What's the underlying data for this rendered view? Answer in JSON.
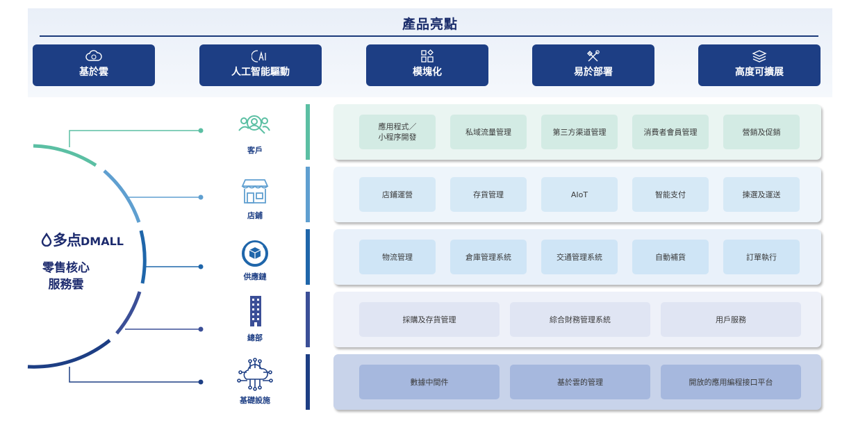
{
  "header": {
    "title": "產品亮點"
  },
  "highlights": [
    {
      "label": "基於雲",
      "icon": "cloud-icon"
    },
    {
      "label": "人工智能驅動",
      "icon": "ai-icon"
    },
    {
      "label": "模塊化",
      "icon": "modules-icon"
    },
    {
      "label": "易於部署",
      "icon": "tools-icon"
    },
    {
      "label": "高度可擴展",
      "icon": "layers-icon"
    }
  ],
  "brand": {
    "name_cn": "多点",
    "name_en": "DMALL",
    "core_line1": "零售核心",
    "core_line2": "服務雲"
  },
  "categories": [
    {
      "label": "客戶",
      "icon": "customers-icon",
      "color": "#5bbfa3"
    },
    {
      "label": "店鋪",
      "icon": "store-icon",
      "color": "#5f9fd0"
    },
    {
      "label": "供應鏈",
      "icon": "supply-chain-icon",
      "color": "#1f66aa"
    },
    {
      "label": "總部",
      "icon": "headquarters-icon",
      "color": "#3b4f97"
    },
    {
      "label": "基礎設施",
      "icon": "infrastructure-icon",
      "color": "#1d3e84"
    }
  ],
  "rows": [
    {
      "items": [
        "應用程式／\n小程序開發",
        "私域流量管理",
        "第三方渠道管理",
        "消費者會員管理",
        "營銷及促銷"
      ]
    },
    {
      "items": [
        "店鋪運營",
        "存貨管理",
        "AIoT",
        "智能支付",
        "揀選及運送"
      ]
    },
    {
      "items": [
        "物流管理",
        "倉庫管理系統",
        "交通管理系統",
        "自動補貨",
        "訂單執行"
      ]
    },
    {
      "items": [
        "採購及存貨管理",
        "綜合財務管理系統",
        "用戶服務"
      ]
    },
    {
      "items": [
        "數據中間件",
        "基於雲的管理",
        "開放的應用編程接口平台"
      ]
    }
  ],
  "colors": {
    "navy": "#1d3e84",
    "row_bg": [
      "#eaf5f2",
      "#eef5fb",
      "#e9f1fa",
      "#eef1f9",
      "#c8d3ea"
    ],
    "chip_bg": [
      "#d3ebe4",
      "#d6e9f6",
      "#cfe5f6",
      "#e0e5f3",
      "#a6b8de"
    ]
  }
}
